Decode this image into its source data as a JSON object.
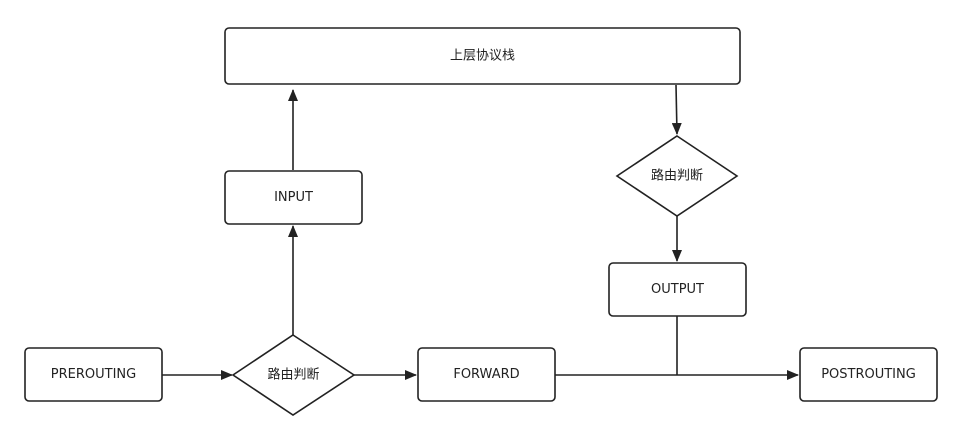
{
  "nodes": {
    "upper_stack": "上层协议栈",
    "input": "INPUT",
    "routing_top": "路由判断",
    "output": "OUTPUT",
    "prerouting": "PREROUTING",
    "routing_bottom": "路由判断",
    "forward": "FORWARD",
    "postrouting": "POSTROUTING"
  },
  "colors": {
    "stroke": "#222222",
    "fill": "#ffffff",
    "text": "#222222"
  }
}
